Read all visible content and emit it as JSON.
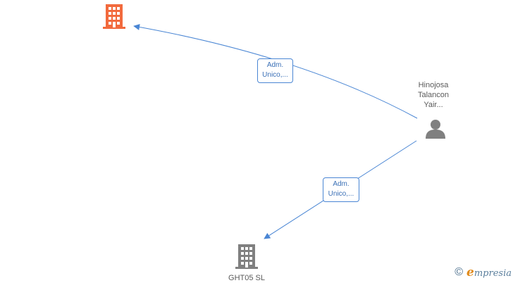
{
  "nodes": {
    "company_top": {
      "name": "",
      "color": "#f26a3d"
    },
    "person": {
      "name_lines": [
        "Hinojosa",
        "Talancon",
        "Yair..."
      ],
      "color": "#808080"
    },
    "company_bottom": {
      "name": "GHT05  SL",
      "color": "#808080"
    }
  },
  "edges": [
    {
      "label_lines": [
        "Adm.",
        "Unico,..."
      ]
    },
    {
      "label_lines": [
        "Adm.",
        "Unico,..."
      ]
    }
  ],
  "colors": {
    "edge": "#4a86d4"
  },
  "brand": {
    "copyright": "©",
    "first_letter": "e",
    "rest": "mpresia"
  }
}
